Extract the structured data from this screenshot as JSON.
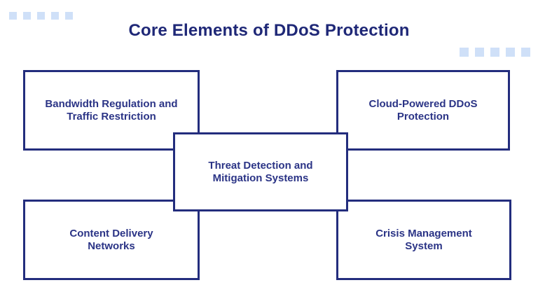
{
  "title": "Core Elements of DDoS Protection",
  "colors": {
    "title": "#1f2877",
    "box_border": "#232d7d",
    "box_text": "#2b3486",
    "light_blue": "#cfe0f8",
    "background": "#ffffff"
  },
  "decorations": {
    "top_left_squares_count": 5,
    "right_squares_count": 5
  },
  "boxes": {
    "top_left": {
      "line1": "Bandwidth Regulation and",
      "line2": "Traffic Restriction"
    },
    "top_right": {
      "line1": "Cloud-Powered DDoS",
      "line2": "Protection"
    },
    "center": {
      "line1": "Threat Detection and",
      "line2": "Mitigation Systems"
    },
    "bottom_left": {
      "line1": "Content Delivery",
      "line2": "Networks"
    },
    "bottom_right": {
      "line1": "Crisis Management",
      "line2": "System"
    }
  }
}
